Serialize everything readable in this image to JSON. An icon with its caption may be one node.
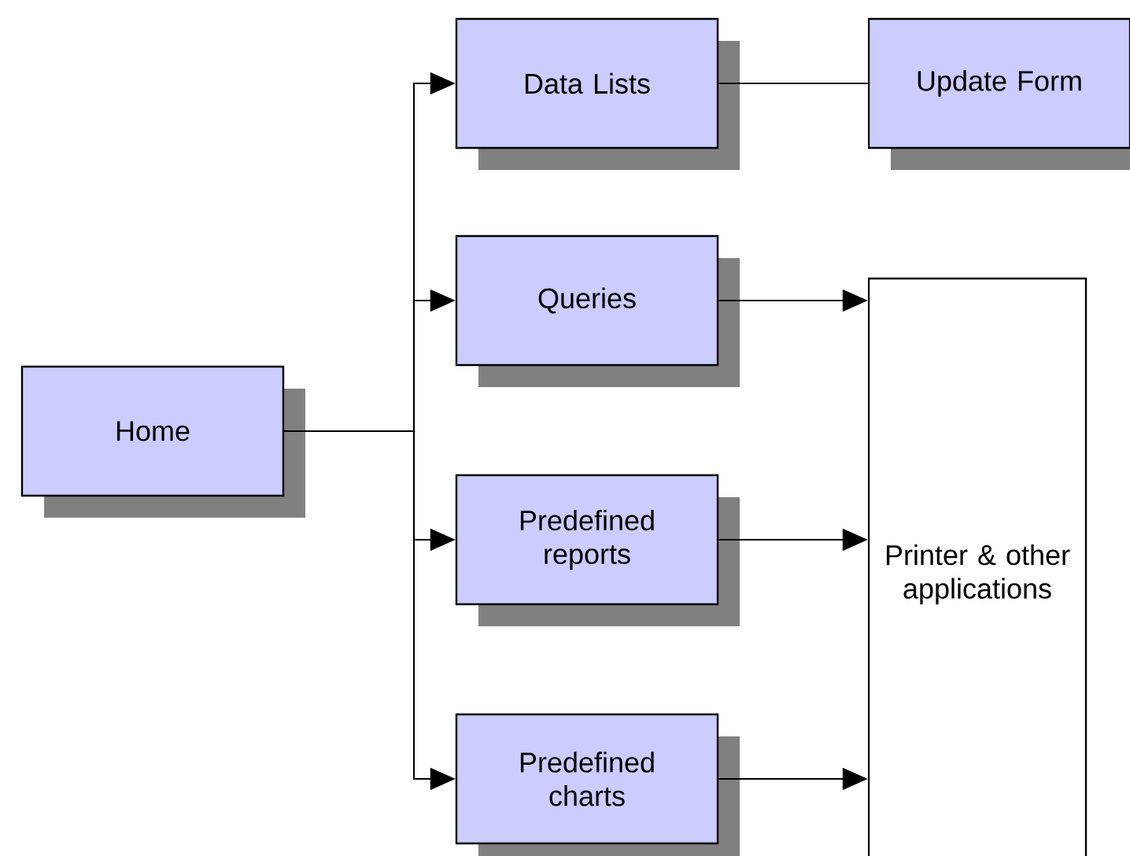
{
  "diagram": {
    "nodes": [
      {
        "text": [
          "Home"
        ]
      },
      {
        "text": [
          "Data Lists"
        ]
      },
      {
        "text": [
          "Update Form"
        ]
      },
      {
        "text": [
          "Queries"
        ]
      },
      {
        "text": [
          "Predefined reports"
        ]
      },
      {
        "text": [
          "Predefined charts"
        ]
      },
      {
        "text": [
          "Printer & other applications"
        ]
      }
    ],
    "edges": [
      {
        "from": 0,
        "to": 1,
        "arrow": "to"
      },
      {
        "from": 0,
        "to": 3,
        "arrow": "to"
      },
      {
        "from": 0,
        "to": 4,
        "arrow": "to"
      },
      {
        "from": 0,
        "to": 5,
        "arrow": "to"
      },
      {
        "from": 1,
        "to": 2,
        "arrow": "none"
      },
      {
        "from": 3,
        "to": 6,
        "arrow": "to"
      },
      {
        "from": 4,
        "to": 6,
        "arrow": "to"
      },
      {
        "from": 5,
        "to": 6,
        "arrow": "to"
      }
    ]
  }
}
